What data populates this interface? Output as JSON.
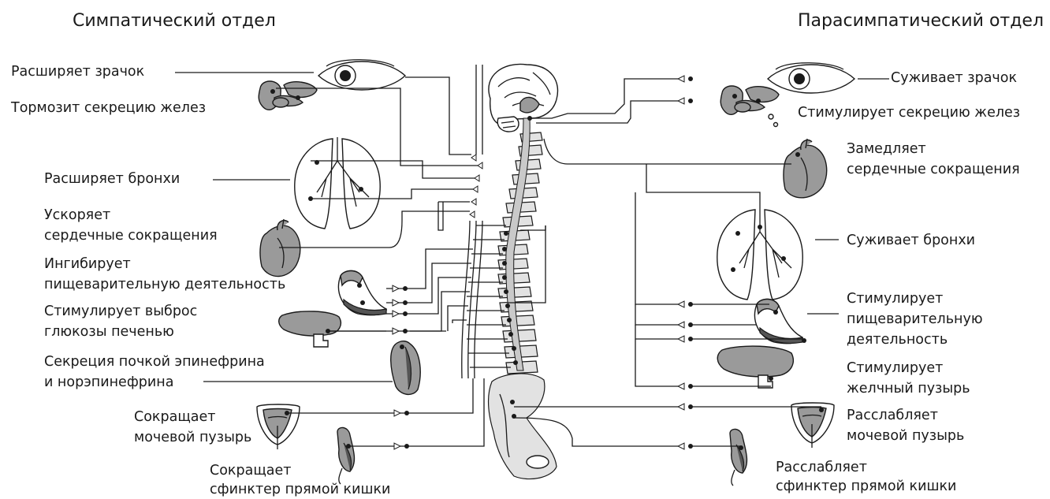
{
  "headers": {
    "sympathetic": "Симпатический отдел",
    "parasympathetic": "Парасимпатический отдел"
  },
  "sympathetic": {
    "pupil": "Расширяет зрачок",
    "glands": "Тормозит секрецию желез",
    "bronchi": "Расширяет бронхи",
    "heart": [
      "Ускоряет",
      "сердечные сокращения"
    ],
    "digestion": [
      "Ингибирует",
      "пищеварительную деятельность"
    ],
    "liver": [
      "Стимулирует выброс",
      "глюкозы печенью"
    ],
    "kidney": [
      "Секреция почкой эпинефрина",
      "и норэпинефрина"
    ],
    "bladder": [
      "Сокращает",
      "мочевой пузырь"
    ],
    "rectum": [
      "Сокращает",
      "сфинктер прямой кишки"
    ]
  },
  "parasympathetic": {
    "pupil": "Суживает зрачок",
    "glands": "Стимулирует секрецию желез",
    "heart": [
      "Замедляет",
      "сердечные сокращения"
    ],
    "bronchi": "Суживает бронхи",
    "digestion": [
      "Стимулирует",
      "пищеварительную",
      "деятельность"
    ],
    "gallbladder": [
      "Стимулирует",
      "желчный пузырь"
    ],
    "bladder": [
      "Расслабляет",
      "мочевой пузырь"
    ],
    "rectum": [
      "Расслабляет",
      "сфинктер прямой кишки"
    ]
  }
}
